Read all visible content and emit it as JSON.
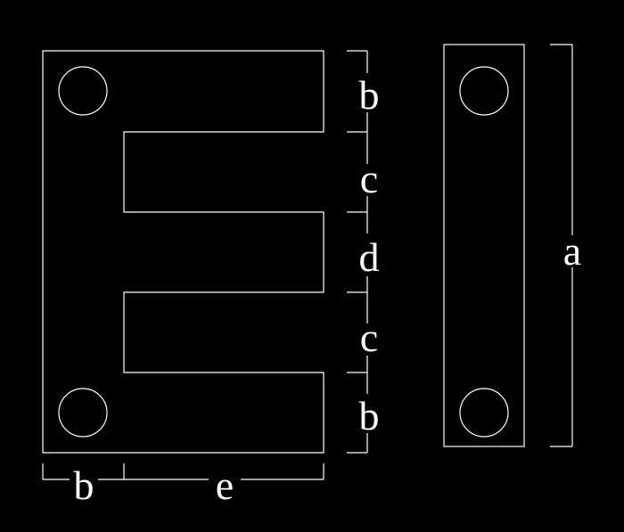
{
  "colors": {
    "background": "#000000",
    "lines": "#ffffff"
  },
  "labels": {
    "top_b": "b",
    "upper_c": "c",
    "d": "d",
    "lower_c": "c",
    "bottom_b": "b",
    "bottom_left_b": "b",
    "e": "e",
    "a": "a"
  }
}
